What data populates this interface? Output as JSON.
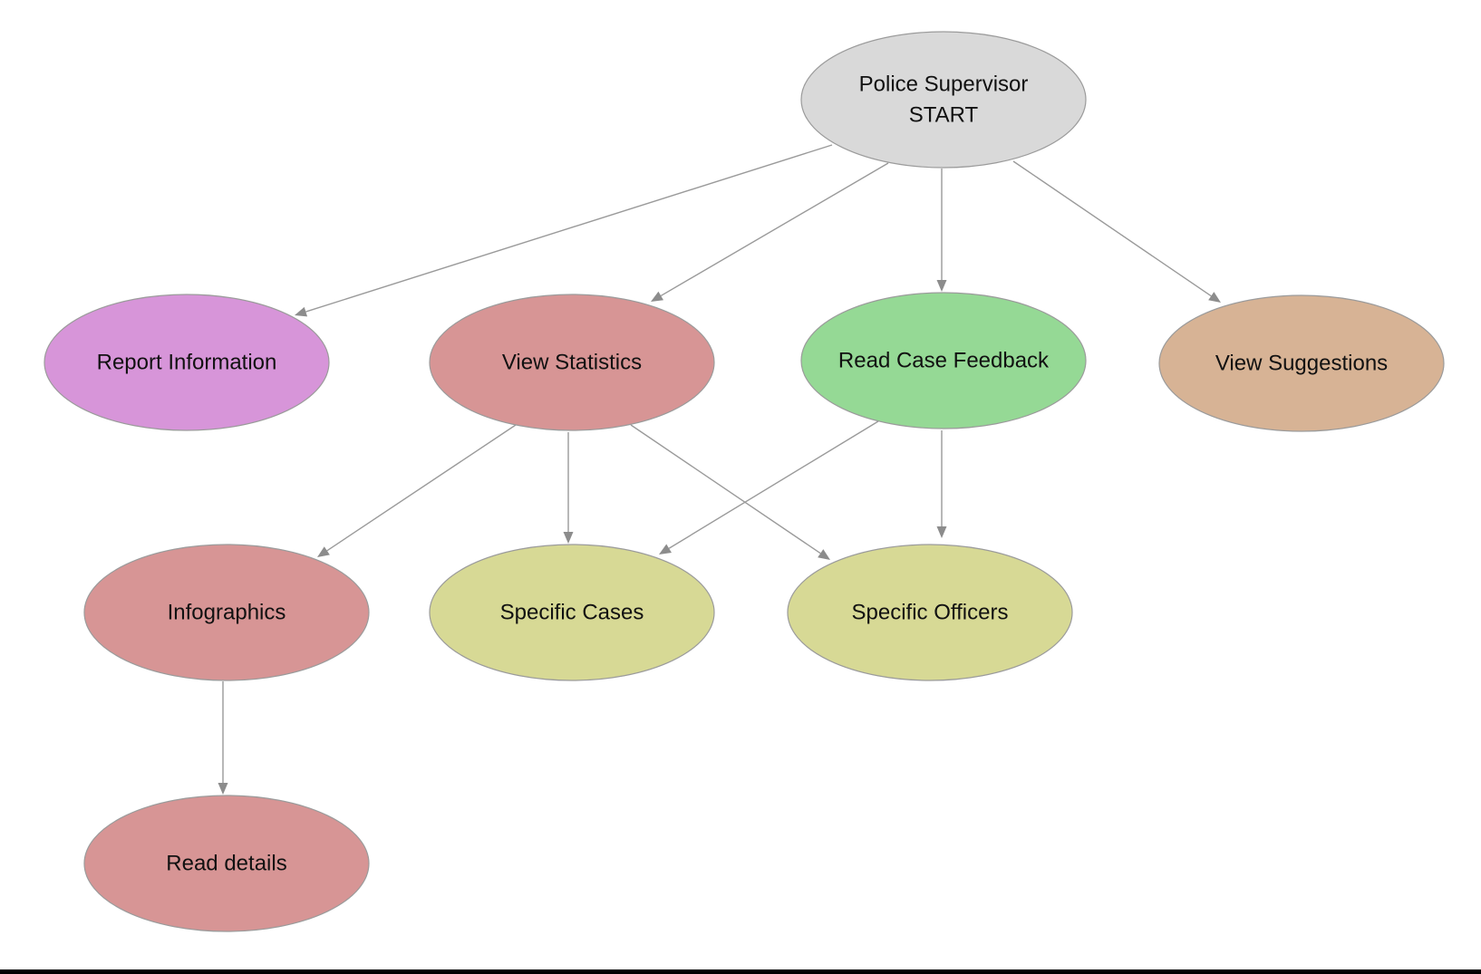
{
  "diagram": {
    "nodes": [
      {
        "id": "start",
        "lines": [
          "Police Supervisor",
          "START"
        ],
        "color": "#d9d9d9"
      },
      {
        "id": "report-information",
        "lines": [
          "Report Information"
        ],
        "color": "#d795d9"
      },
      {
        "id": "view-statistics",
        "lines": [
          "View Statistics"
        ],
        "color": "#d79595"
      },
      {
        "id": "read-case-feedback",
        "lines": [
          "Read Case Feedback"
        ],
        "color": "#95d995"
      },
      {
        "id": "view-suggestions",
        "lines": [
          "View Suggestions"
        ],
        "color": "#d7b395"
      },
      {
        "id": "infographics",
        "lines": [
          "Infographics"
        ],
        "color": "#d79595"
      },
      {
        "id": "specific-cases",
        "lines": [
          "Specific Cases"
        ],
        "color": "#d7d995"
      },
      {
        "id": "specific-officers",
        "lines": [
          "Specific Officers"
        ],
        "color": "#d7d995"
      },
      {
        "id": "read-details",
        "lines": [
          "Read details"
        ],
        "color": "#d79595"
      }
    ],
    "edges": [
      {
        "from": "start",
        "to": "report-information"
      },
      {
        "from": "start",
        "to": "view-statistics"
      },
      {
        "from": "start",
        "to": "read-case-feedback"
      },
      {
        "from": "start",
        "to": "view-suggestions"
      },
      {
        "from": "view-statistics",
        "to": "infographics"
      },
      {
        "from": "view-statistics",
        "to": "specific-cases"
      },
      {
        "from": "view-statistics",
        "to": "specific-officers"
      },
      {
        "from": "read-case-feedback",
        "to": "specific-cases"
      },
      {
        "from": "read-case-feedback",
        "to": "specific-officers"
      },
      {
        "from": "infographics",
        "to": "read-details"
      }
    ]
  }
}
